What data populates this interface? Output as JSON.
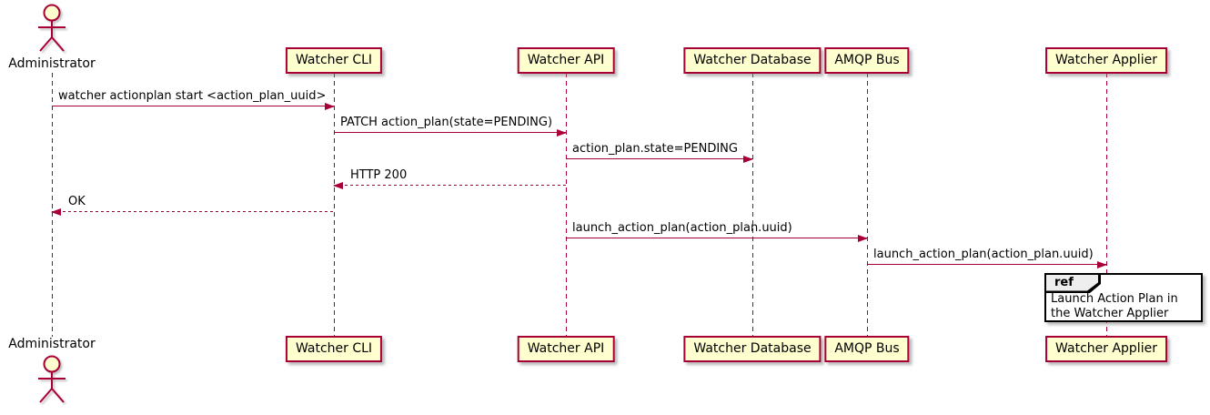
{
  "diagram_type": "uml-sequence-diagram",
  "colors": {
    "background": "#FFFFFF",
    "participant_fill": "#FEFECE",
    "participant_border": "#A80036",
    "line": "#A80036",
    "text": "#000000",
    "ref_border": "#000000",
    "ref_tab_fill": "#EEEEEE"
  },
  "actor": {
    "name": "Administrator"
  },
  "participants": [
    {
      "name": "Watcher CLI"
    },
    {
      "name": "Watcher API"
    },
    {
      "name": "Watcher Database"
    },
    {
      "name": "AMQP Bus"
    },
    {
      "name": "Watcher Applier"
    }
  ],
  "messages": [
    {
      "from": "Administrator",
      "to": "Watcher CLI",
      "text": "watcher actionplan start <action_plan_uuid>",
      "style": "solid"
    },
    {
      "from": "Watcher CLI",
      "to": "Watcher API",
      "text": "PATCH action_plan(state=PENDING)",
      "style": "solid"
    },
    {
      "from": "Watcher API",
      "to": "Watcher Database",
      "text": "action_plan.state=PENDING",
      "style": "solid"
    },
    {
      "from": "Watcher API",
      "to": "Watcher CLI",
      "text": "HTTP 200",
      "style": "dashed"
    },
    {
      "from": "Watcher CLI",
      "to": "Administrator",
      "text": "OK",
      "style": "dashed"
    },
    {
      "from": "Watcher API",
      "to": "AMQP Bus",
      "text": "launch_action_plan(action_plan.uuid)",
      "style": "solid"
    },
    {
      "from": "AMQP Bus",
      "to": "Watcher Applier",
      "text": "launch_action_plan(action_plan.uuid)",
      "style": "solid"
    }
  ],
  "ref": {
    "keyword": "ref",
    "text": "Launch Action Plan in the Watcher Applier"
  }
}
